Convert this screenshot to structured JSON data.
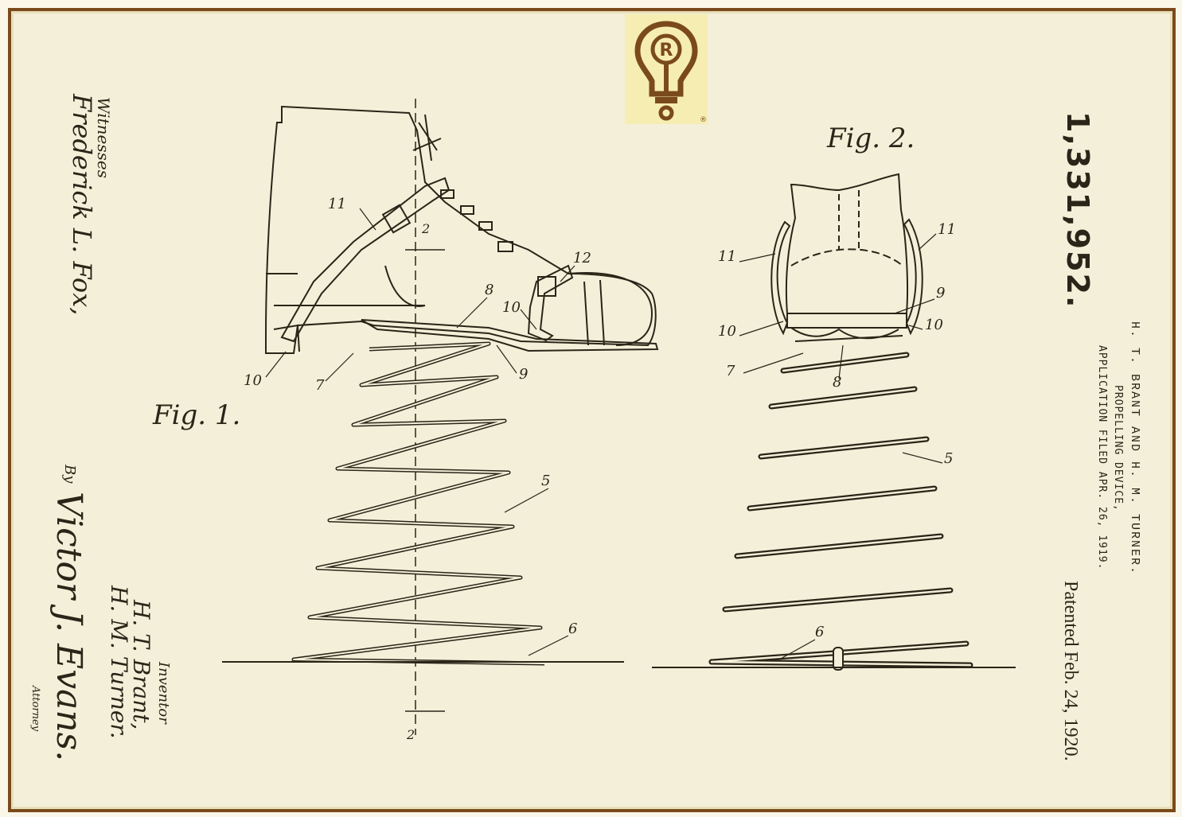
{
  "logo": {
    "letter": "R",
    "registered": "®",
    "color": "#7a4a1c",
    "background": "#f6edb2"
  },
  "patent": {
    "number": "1,331,952.",
    "inventors_line": "H. T. BRANT AND H. M. TURNER.",
    "title": "PROPELLING DEVICE,",
    "filed": "APPLICATION FILED APR. 26, 1919.",
    "patented": "Patented Feb. 24, 1920."
  },
  "figures": {
    "fig1_caption": "Fig. 1.",
    "fig2_caption": "Fig. 2.",
    "fig1_refs": [
      "11",
      "12",
      "8",
      "10",
      "10",
      "7",
      "9",
      "5",
      "6",
      "2",
      "2"
    ],
    "fig2_refs": [
      "11",
      "11",
      "9",
      "10",
      "10",
      "7",
      "8",
      "5",
      "6"
    ]
  },
  "signatures": {
    "witnesses": "Witnesses",
    "witness_name": "Frederick L. Fox,",
    "by": "By",
    "attorney_name": "Victor J. Evans.",
    "attorney_label": "Attorney",
    "inventor_label": "Inventor",
    "inventor_1": "H. T. Brant,",
    "inventor_2": "H. M. Turner."
  },
  "colors": {
    "paper": "#f4efd9",
    "ink": "#2c2418",
    "frame": "#7a4a1c"
  }
}
